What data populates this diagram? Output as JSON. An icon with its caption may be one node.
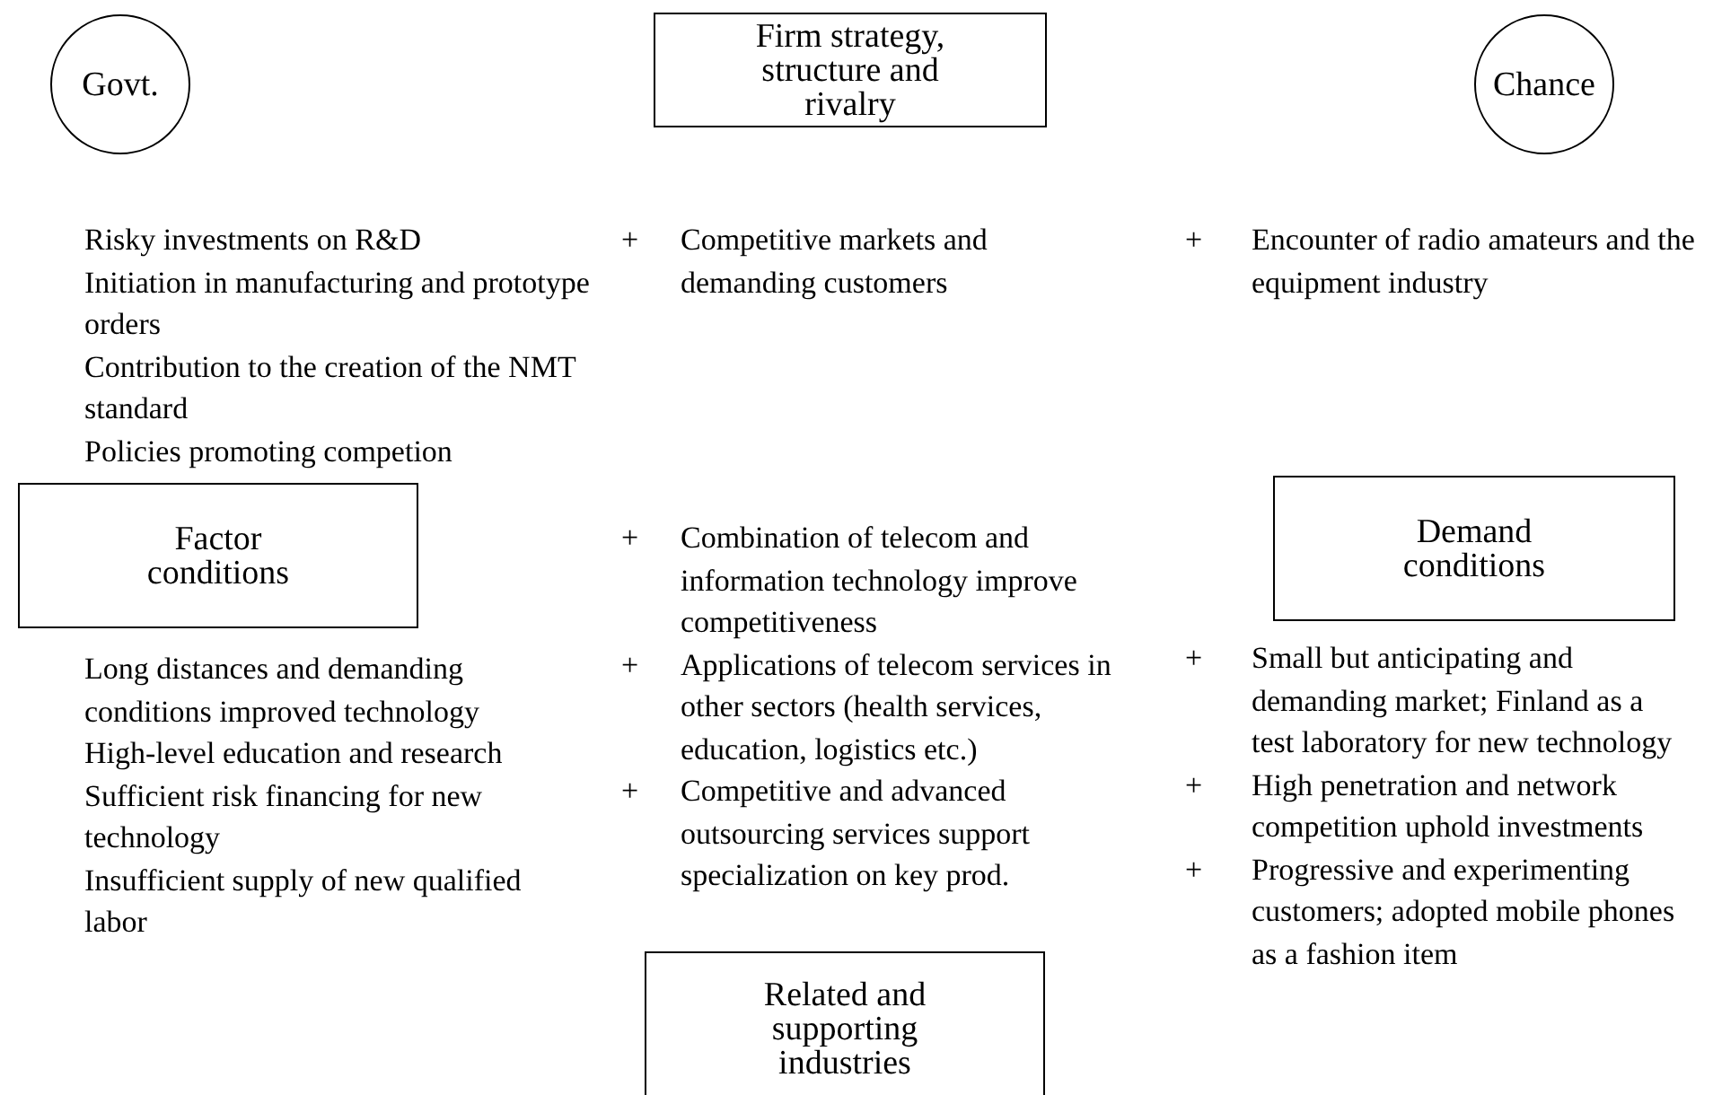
{
  "diagram": {
    "nodes": [
      {
        "text": [
          "Govt."
        ],
        "beside": [
          "Risky investments on R&D",
          "Initiation in manufacturing and prototype orders",
          "Contribution to the creation of the NMT standard",
          "Policies promoting competion"
        ]
      },
      {
        "text": [
          "Firm strategy, structure and rivalry"
        ],
        "beside": [
          "Competitive markets and demanding customers"
        ]
      },
      {
        "text": [
          "Chance"
        ],
        "beside": [
          "Encounter of radio amateurs and the equipment industry"
        ]
      },
      {
        "text": [
          "Factor conditions"
        ],
        "beside": [
          "Long distances and demanding conditions improved technology",
          "High-level education and research",
          "Sufficient risk financing for new technology",
          "Insufficient supply of new qualified labor"
        ]
      },
      {
        "text": [
          "Demand conditions"
        ],
        "beside": [
          "Small but anticipating and demanding market; Finland as a test laboratory for new technology",
          "High penetration and network competition uphold investments",
          "Progressive and experimenting customers; adopted mobile phones as a fashion item"
        ]
      },
      {
        "text": [
          "Related and supporting industries"
        ],
        "beside": [
          "Combination of telecom and information technology improve competitiveness",
          "Applications of telecom services in other sectors (health services, education, logistics etc.)",
          "Competitive and advanced outsourcing services support specialization on key prod."
        ]
      }
    ],
    "edges": [],
    "labels": [
      "+",
      "+",
      "+",
      "+",
      "+",
      "+",
      "+",
      "+"
    ]
  }
}
